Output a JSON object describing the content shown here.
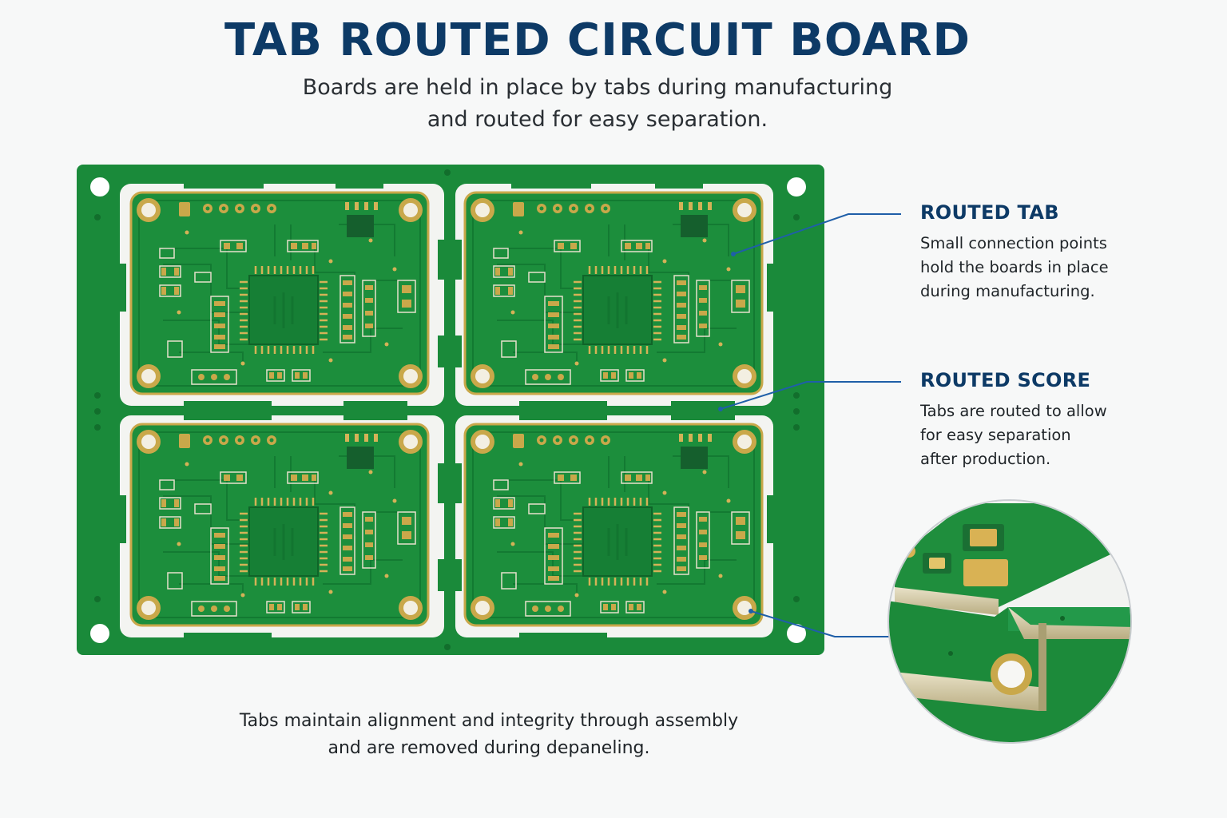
{
  "header": {
    "title": "TAB ROUTED CIRCUIT BOARD",
    "subtitle_line1": "Boards are held in place by tabs during manufacturing",
    "subtitle_line2": "and routed for easy separation."
  },
  "callouts": [
    {
      "heading": "ROUTED TAB",
      "lines": [
        "Small connection points",
        "hold the boards in place",
        "during manufacturing."
      ]
    },
    {
      "heading": "ROUTED SCORE",
      "lines": [
        "Tabs are routed to allow",
        "for easy separation",
        "after production."
      ]
    }
  ],
  "footer": {
    "line1": "Tabs maintain alignment and integrity through assembly",
    "line2": "and are removed during depaneling."
  },
  "colors": {
    "title": "#0d3a66",
    "pcb_green": "#1a8a3a",
    "pcb_dark": "#0f6a2b",
    "gold": "#c9a84a",
    "leader": "#1f5fa8"
  }
}
